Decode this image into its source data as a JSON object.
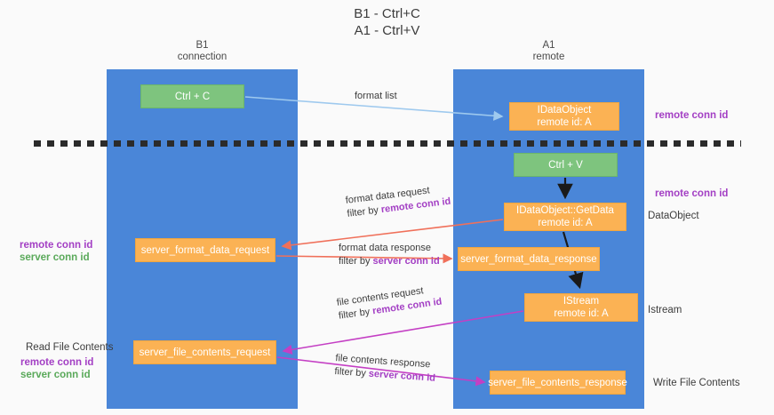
{
  "title": {
    "line1": "B1 - Ctrl+C",
    "line2": "A1 - Ctrl+V"
  },
  "lanes": [
    {
      "id": "b1",
      "title": "B1",
      "subtitle": "connection"
    },
    {
      "id": "a1",
      "title": "A1",
      "subtitle": "remote"
    }
  ],
  "nodes": {
    "ctrl_c": {
      "label": "Ctrl + C",
      "type": "shortcut",
      "color": "#7ec47e"
    },
    "idataobject": {
      "label": "IDataObject",
      "sub": "remote id: A",
      "type": "message",
      "color": "#fbb254"
    },
    "ctrl_v": {
      "label": "Ctrl + V",
      "type": "shortcut",
      "color": "#7ec47e"
    },
    "getdata": {
      "label": "IDataObject::GetData",
      "sub": "remote id: A",
      "type": "message",
      "color": "#fbb254"
    },
    "server_format_data_request": {
      "label": "server_format_data_request",
      "type": "message",
      "color": "#fbb254"
    },
    "server_format_data_response": {
      "label": "server_format_data_response",
      "type": "message",
      "color": "#fbb254"
    },
    "istream": {
      "label": "IStream",
      "sub": "remote id: A",
      "type": "message",
      "color": "#fbb254"
    },
    "server_file_contents_request": {
      "label": "server_file_contents_request",
      "type": "message",
      "color": "#fbb254"
    },
    "server_file_contents_response": {
      "label": "server_file_contents_response",
      "type": "message",
      "color": "#fbb254"
    }
  },
  "edges": {
    "format_list": {
      "line1": "format list",
      "line2": "",
      "highlight": "",
      "color": "#9ec9ee"
    },
    "format_data_request": {
      "line1": "format data request",
      "line2": "filter by ",
      "highlight": "remote conn id",
      "color": "#f0705a"
    },
    "format_data_response": {
      "line1": "format data response",
      "line2": "filter by ",
      "highlight": "server conn id",
      "color": "#f0705a"
    },
    "file_contents_request": {
      "line1": "file contents request",
      "line2": "filter by ",
      "highlight": "remote conn id",
      "color": "#c43fc4"
    },
    "file_contents_response": {
      "line1": "file contents response",
      "line2": "filter by ",
      "highlight": "server conn id",
      "color": "#c43fc4"
    }
  },
  "annotations": {
    "right": {
      "remote_conn_id_top": "remote conn id",
      "remote_conn_id_mid": "remote conn id",
      "dataobject": "DataObject",
      "istream": "Istream",
      "write_file_contents": "Write File Contents"
    },
    "left": {
      "remote_conn_id_mid": "remote conn id",
      "server_conn_id_mid": "server conn id",
      "read_file_contents": "Read File Contents",
      "remote_conn_id_bottom": "remote conn id",
      "server_conn_id_bottom": "server conn id"
    }
  },
  "colors": {
    "lane": "#4a86d8",
    "shortcut": "#7ec47e",
    "message": "#fbb254",
    "purple": "#a33fc4",
    "green": "#5aa95a",
    "red_arrow": "#f0705a",
    "magenta_arrow": "#c43fc4",
    "blue_arrow": "#9ec9ee",
    "black_arrow": "#1a1a1a",
    "background": "#fafafa"
  }
}
